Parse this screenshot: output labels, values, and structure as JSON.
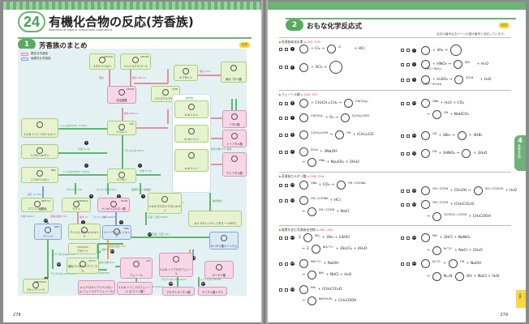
{
  "left_page": {
    "chapter_number": "24",
    "chapter_title": "有機化合物の反応(芳香族)",
    "chapter_subtitle": "Reactions of organic compounds (aromatics)",
    "section_number": "1",
    "section_title": "芳香族のまとめ",
    "badge": "化学",
    "page_number": "278",
    "legend": [
      {
        "label": "酸性な芳香族",
        "color": "#f7d6e6"
      },
      {
        "label": "塩基性な芳香族",
        "color": "#dbe9f7"
      }
    ],
    "compounds": {
      "ethylbenzene": {
        "name": "エチルベンゼン",
        "group": "CH₂CH₃"
      },
      "benzyl_alcohol": {
        "name": "ベンジルアルコール",
        "group": "CH₂OH"
      },
      "benzoic_acid": {
        "name": "安息香酸",
        "group": "COOH"
      },
      "benzaldehyde": {
        "name": "ベンズアルデヒド",
        "group": "CHO"
      },
      "naphthalene": {
        "name": "ナフタレン"
      },
      "phthalic_anhydride": {
        "name": "無水フタル酸"
      },
      "toluene": {
        "name": "トルエン",
        "group": "CH₃"
      },
      "tnt": {
        "name": "2,4,6-トリニトロトルエン"
      },
      "o_xylene": {
        "name": "o-キシレン"
      },
      "phthalic_acid": {
        "name": "フタル酸"
      },
      "m_xylene": {
        "name": "m-キシレン"
      },
      "isophthalic_acid": {
        "name": "イソフタル酸"
      },
      "p_xylene": {
        "name": "p-キシレン"
      },
      "terephthalic_acid": {
        "name": "テレフタル酸"
      },
      "isomers_label": "異性体",
      "cyclohexane": {
        "name": "シクロヘキサン"
      },
      "nitrobenzene": {
        "name": "ニトロベンゼン",
        "group": "NO₂"
      },
      "benzene": {
        "name": "ベンゼン"
      },
      "hexachlorocyclohexane": {
        "name": "ヘキサクロロシクロヘキサン"
      },
      "aniline_hydrochloride": {
        "name": "アニリン塩酸塩",
        "group": "NH₃⁺Cl⁻"
      },
      "cumene": {
        "name": "クメン",
        "group": "CH(CH₃)₂"
      },
      "benzenesulfonic_acid": {
        "name": "ベンゼンスルホン酸",
        "group": "SO₃H"
      },
      "chlorobenzene": {
        "name": "クロロベンゼン",
        "group": "Cl"
      },
      "pet": {
        "name": "ポリエチレンテレフタラート(PET)"
      },
      "aniline": {
        "name": "アニリン",
        "group": "NH₂"
      },
      "cumene_hydroperoxide": {
        "name": "クメンヒドロペルオキシド"
      },
      "sodium_phenoxide": {
        "name": "ナトリウムフェノキシド",
        "group": "ONa"
      },
      "sodium_salicylate": {
        "name": "サリチル酸ナトリウム"
      },
      "acetone": {
        "name": "アセトン",
        "group": "(CH₃)₂CO"
      },
      "benzenediazonium_chloride": {
        "name": "塩化ベンゼンジアゾニウム",
        "group": "N₂⁺Cl⁻"
      },
      "phenol": {
        "name": "フェノール",
        "group": "OH"
      },
      "tribromophenol": {
        "name": "2,4,6-トリブロモフェノール"
      },
      "salicylic_acid": {
        "name": "サリチル酸"
      },
      "acetanilide": {
        "name": "アセトアニリド",
        "group": "NHCOCH₃"
      },
      "azo_dye": {
        "name": "p-ヒドロキシアゾベンゼン (p-フェニルアゾフェノール)"
      },
      "picric_acid": {
        "name": "2,4,6-トリニトロフェノール (ピクリン酸)"
      },
      "acetylsalicylic_acid": {
        "name": "アセチルサリチル酸"
      },
      "methyl_salicylate": {
        "name": "サリチル酸メチル"
      }
    },
    "labels": {
      "oxidation": "酸化",
      "oxidation_kmno4": "酸化 KMnO₄",
      "oxidation_v2o5": "酸化 V₂O₅",
      "nitration_toluene": "ニトロ化(HNO₃, H₂SO₄)",
      "alkylation": "アルキル化 CH₃Cl",
      "hydrogen_add": "付加 H₂ Ni",
      "nitration": "ニトロ化(HNO₃, H₂SO₄)",
      "chlorine_add": "付加 Cl₂ 光",
      "propene": "CH₂=CH-CH₃",
      "sulfonation": "スルホン化 H₂SO₄",
      "chlorination": "塩素化 Cl₂ 鉄触媒",
      "reduction": "還元 Sn HCl",
      "hydrolysis_dehydration": "加水分解 H₂O 脱水",
      "ethylene_glycol": "エチレングリコール",
      "condensation": "縮合重合",
      "neutralize_naoh": "中和 NaOH",
      "strong_acid": "強酸(塩酸) HCl",
      "alkali_fusion": "アルカリ融解 NaOH",
      "hot_high_pressure": "高温・高圧 NaOH",
      "diazotization": "ジアゾ化 NaNO₂ HCl",
      "acetylation": "アセチル化 (CH₃CO)₂O",
      "decompose": "分解 H₂SO₄",
      "hydrolysis": "加水分解 H₂O",
      "coupling": "カップリング(NaOH)",
      "bromination": "ブロモ化 Br₂",
      "co2_high": "高温・高圧 CO₂",
      "strong_acid_2": "強酸(塩酸) HCl",
      "methanol_ester": "エステル化 CH₃OH",
      "acetyl_ester": "アセチル化 (CH₃CO)₂O",
      "nitration_phenol": "ニトロ化 HNO₃ H₂SO₄",
      "oxygen": "酸化 O₂"
    }
  },
  "right_page": {
    "section_number": "2",
    "section_title": "おもな化学反応式",
    "badge": "化学",
    "note": "反応の番号は左ページの図の番号と対応しています。",
    "page_number": "279",
    "side_tab": {
      "number": "4",
      "label": "有機化合物"
    },
    "bottom_tab": "化学",
    "groups": [
      {
        "title": "芳香族炭化水素",
        "ref": "p.254, 255",
        "reactions": [
          {
            "no": "1",
            "lhs": "+ Cl₂ →",
            "product_group": "Cl",
            "rhs": "+ HCl"
          },
          {
            "no": "2",
            "lhs": "+ 3Cl₂ →",
            "product": "C₆H₆Cl₆"
          },
          {
            "no": "3",
            "lhs": "+ 3H₂ →",
            "product": "C₆H₁₂"
          },
          {
            "no": "4",
            "lhs": "+ HNO₃ →",
            "lhs_note": "(HO－NO₂)",
            "product_group": "NO₂",
            "rhs": "+ H₂O"
          },
          {
            "no": "5",
            "lhs": "+ H₂SO₄ →",
            "lhs_note": "(HO－SO₃H)",
            "product_group": "SO₃H",
            "rhs": "+ H₂O"
          }
        ]
      },
      {
        "title": "フェノール類",
        "ref": "p.256, 257",
        "reactions": [
          {
            "no": "6",
            "lhs": "+ CH₃CH=CH₂ →",
            "product_group": "CH(CH₃)₂"
          },
          {
            "no": "7",
            "reactant_group": "CH(CH₃)₂",
            "lhs": "+ O₂ →",
            "product_group": "C(CH₃)₂OOH"
          },
          {
            "no": "8",
            "reactant_group": "C(CH₃)₂OOH",
            "lhs": "→",
            "product_group": "OH",
            "rhs": "+ (CH₃)₂CO"
          },
          {
            "no": "9",
            "reactant_group": "SO₃H",
            "lhs": "+ 3NaOH",
            "product_group": "ONa",
            "rhs": "+ Na₂SO₃ + 2H₂O"
          },
          {
            "no": "10",
            "reactant_group": "ONa",
            "lhs": "+ H₂O + CO₂",
            "product_group": "OH",
            "rhs": "+ NaHCO₃"
          },
          {
            "no": "11",
            "reactant_group": "OH",
            "lhs": "+ 3Br₂ →",
            "product_group": "Br₃C₆H₂OH",
            "rhs": "+ 3HBr"
          },
          {
            "no": "12",
            "reactant_group": "OH",
            "lhs": "+ 3HNO₃ →",
            "product_group": "(NO₂)₃C₆H₂OH",
            "rhs": "+ 3H₂O"
          }
        ]
      },
      {
        "title": "芳香族カルボン酸",
        "ref": "p.258, 259",
        "reactions": [
          {
            "no": "13",
            "reactant_group": "ONa",
            "lhs": "+ CO₂ →",
            "product_group": "OH / COONa"
          },
          {
            "no": "14",
            "reactant_group": "OH / COONa",
            "lhs": "+ HCl",
            "product_group": "OH / COOH",
            "rhs": "+ NaCl"
          },
          {
            "no": "15",
            "reactant_group": "OH / COOH",
            "lhs": "+ CH₃OH →",
            "product_group": "OH / COOCH₃",
            "rhs": "+ H₂O"
          },
          {
            "no": "16",
            "reactant_group": "OH / COOH",
            "lhs": "+ (CH₃CO)₂O",
            "product_group": "OCOCH₃ / COOH",
            "rhs": "+ CH₃COOH"
          }
        ]
      },
      {
        "title": "窒素を含む芳香族化合物",
        "ref": "p.260, 261",
        "reactions": [
          {
            "no": "17",
            "coef": "2",
            "reactant_group": "NO₂",
            "lhs": "+ 3Sn + 14HCl",
            "coef2": "2",
            "product_group": "NH₃⁺Cl⁻",
            "rhs": "+ 3SnCl₄ + 4H₂O"
          },
          {
            "no": "18",
            "reactant_group": "NH₃⁺Cl⁻",
            "lhs": "+ NaOH",
            "product_group": "NH₂",
            "rhs": "+ NaCl + H₂O"
          },
          {
            "no": "19",
            "reactant_group": "NH₂",
            "lhs": "+ (CH₃CO)₂O",
            "product_group": "NHCOCH₃",
            "rhs": "+ CH₃COOH"
          },
          {
            "no": "20",
            "reactant_group": "NH₂",
            "lhs": "+ 2HCl + NaNO₂",
            "product_group": "N₂⁺Cl⁻",
            "rhs": "+ NaCl + 2H₂O"
          },
          {
            "no": "21",
            "reactant_group": "N₂⁺Cl⁻",
            "lhs": "+",
            "reactant2_group": "OH",
            "lhs2": "+ NaOH",
            "product": "N=N",
            "product_group": "OH",
            "rhs": "+ NaCl + H₂O"
          }
        ]
      }
    ]
  }
}
